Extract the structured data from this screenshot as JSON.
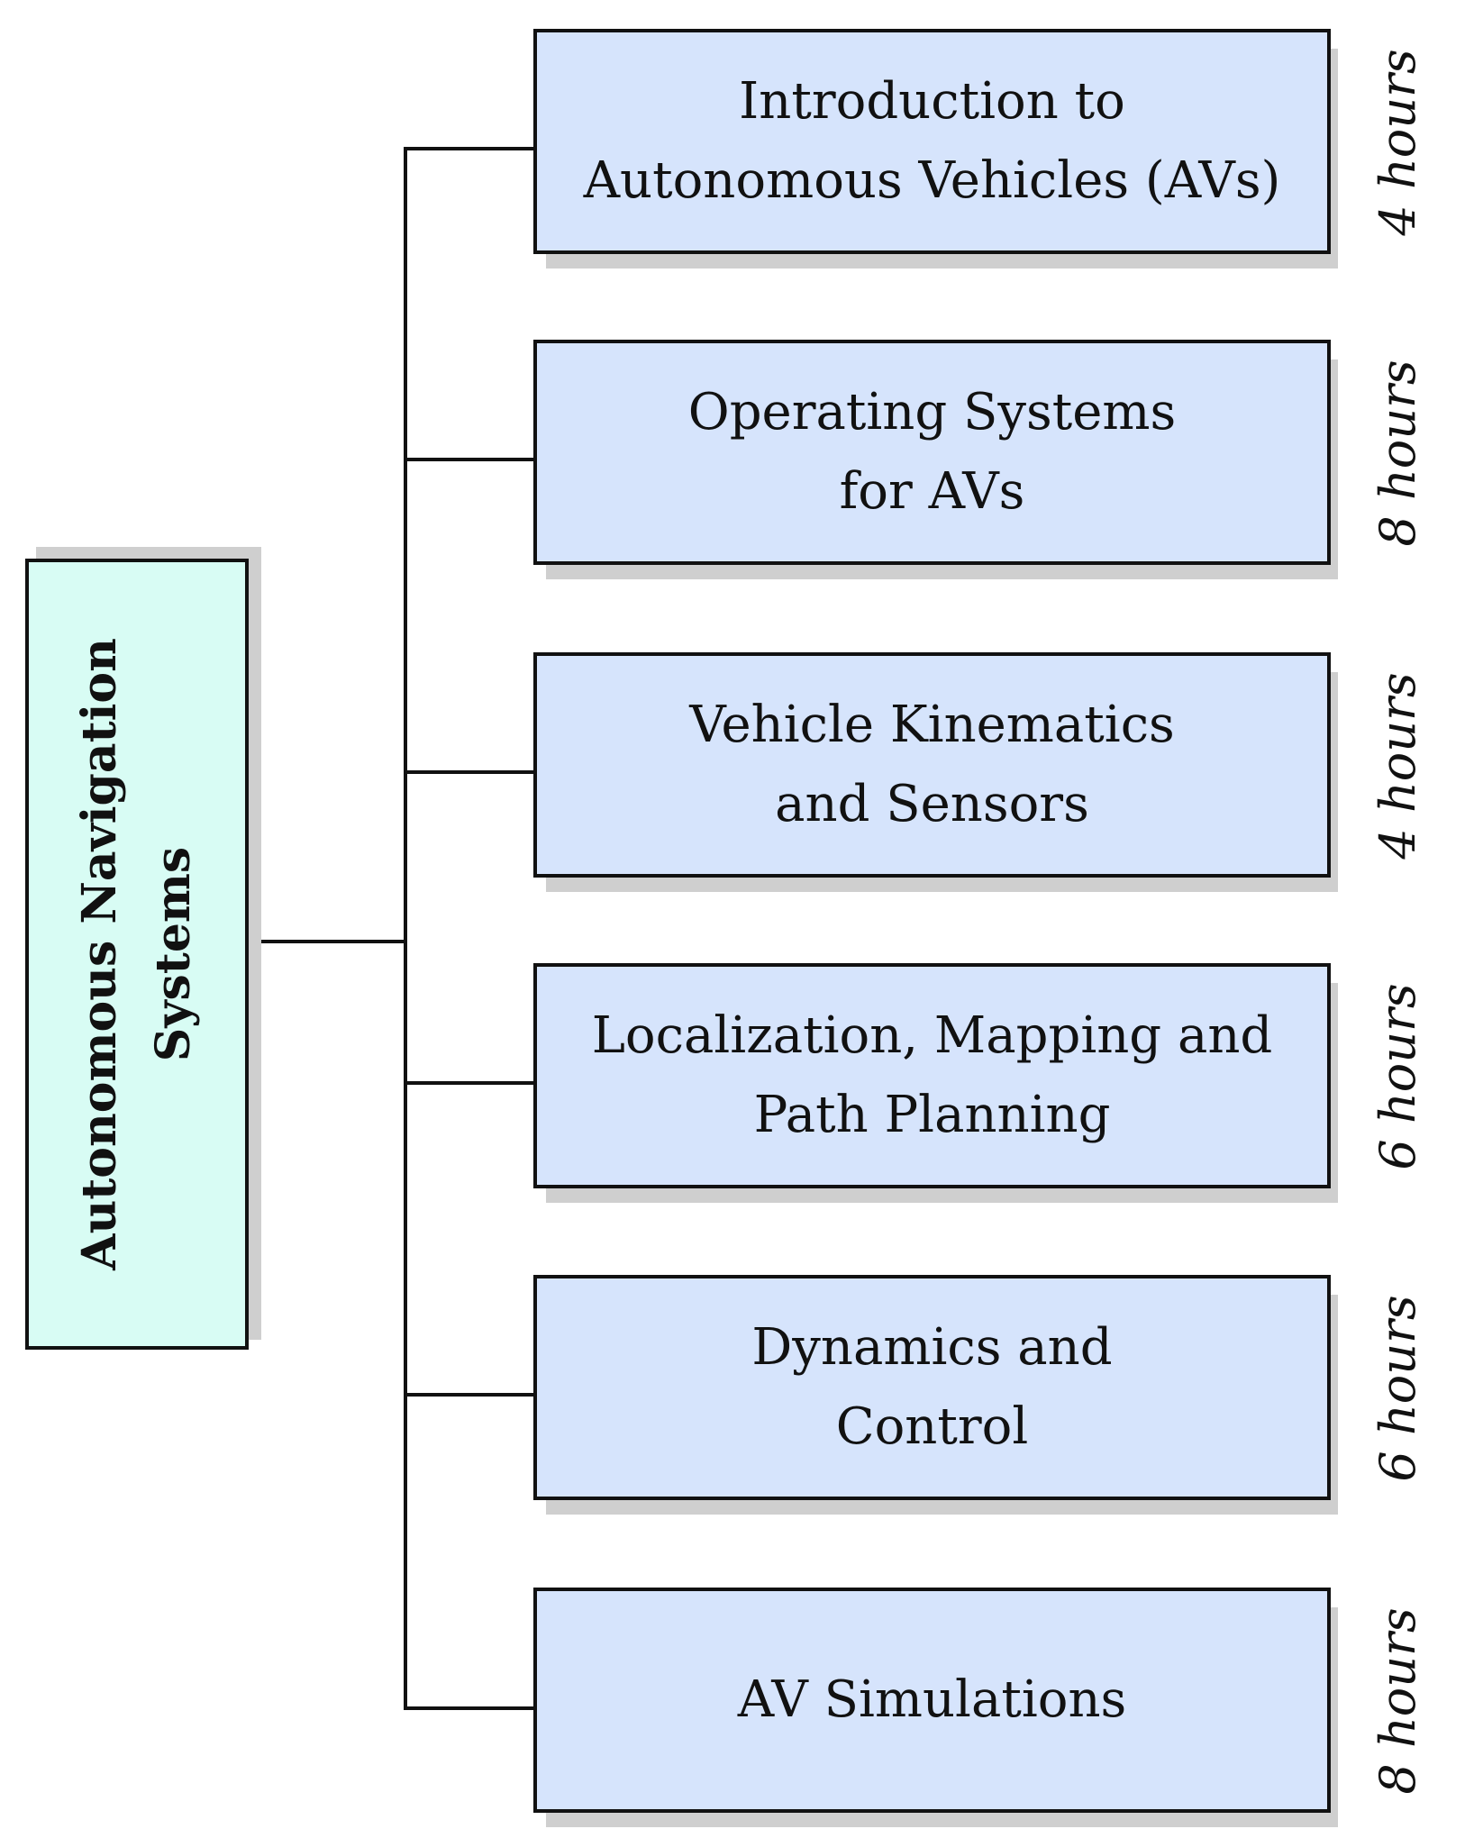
{
  "root": {
    "lines": [
      "Autonomous Navigation",
      "Systems"
    ]
  },
  "topics": [
    {
      "lines": [
        "Introduction to",
        "Autonomous Vehicles (AVs)"
      ],
      "hours": "4 hours"
    },
    {
      "lines": [
        "Operating Systems",
        "for AVs"
      ],
      "hours": "8 hours"
    },
    {
      "lines": [
        "Vehicle Kinematics",
        "and Sensors"
      ],
      "hours": "4 hours"
    },
    {
      "lines": [
        "Localization, Mapping and",
        "Path Planning"
      ],
      "hours": "6 hours"
    },
    {
      "lines": [
        "Dynamics and",
        "Control"
      ],
      "hours": "6 hours"
    },
    {
      "lines": [
        "AV Simulations"
      ],
      "hours": "8 hours"
    }
  ],
  "colors": {
    "root_fill": "#d8fcf4",
    "topic_fill": "#d6e4fc",
    "border": "#111111",
    "shadow": "#cfcfcf"
  }
}
